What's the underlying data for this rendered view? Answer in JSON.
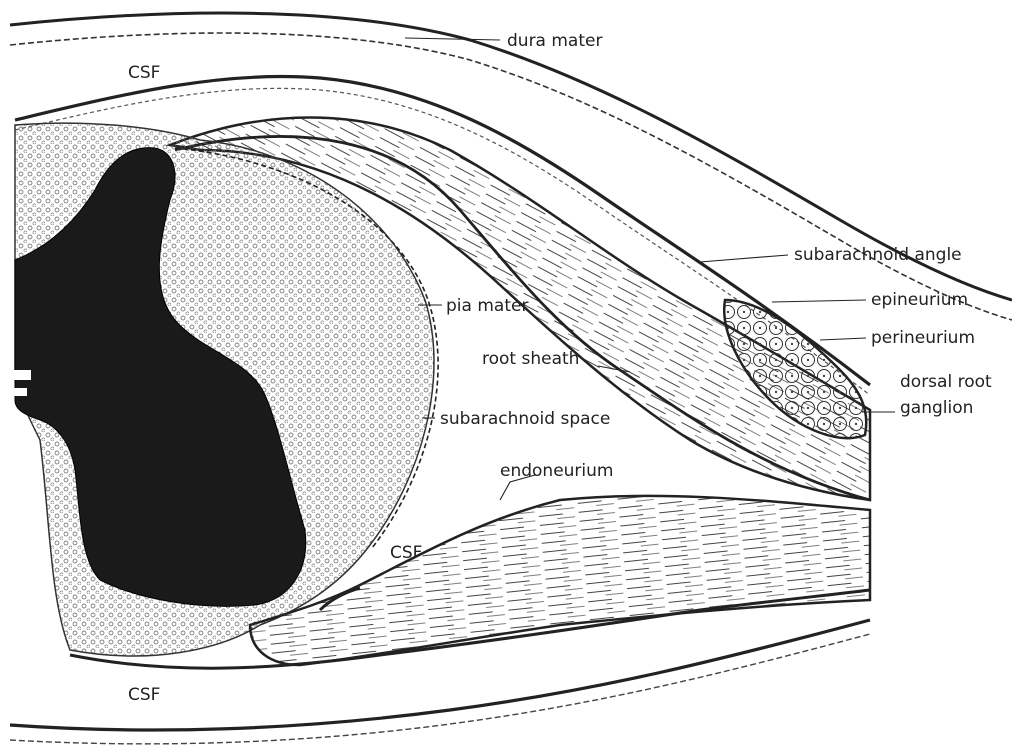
{
  "labels": {
    "dura_mater": "dura mater",
    "csf_top": "CSF",
    "subarachnoid_angle": "subarachnoid angle",
    "epineurium": "epineurium",
    "pia_mater": "pia mater",
    "perineurium": "perineurium",
    "root_sheath": "root sheath",
    "dorsal_root_line1": "dorsal root",
    "dorsal_root_line2": "ganglion",
    "subarachnoid_space": "subarachnoid space",
    "endoneurium": "endoneurium",
    "csf_middle": "CSF",
    "csf_bottom": "CSF"
  },
  "colors": {
    "ink": "#222222",
    "grey_matter": "#1a1a1a",
    "background": "#ffffff"
  }
}
